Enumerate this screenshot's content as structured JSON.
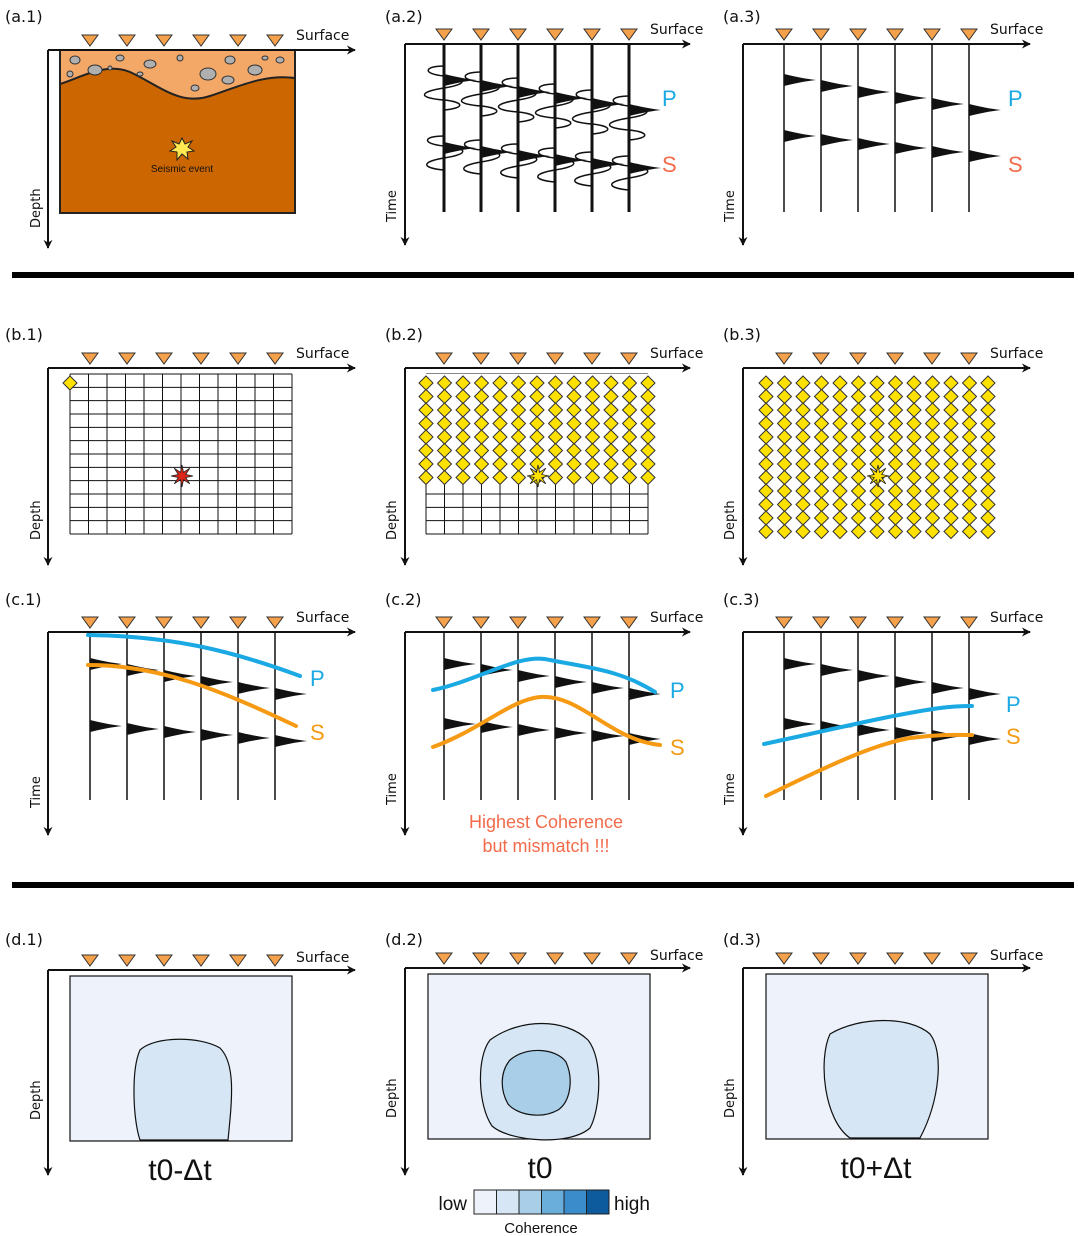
{
  "panel_labels": [
    "(a.1)",
    "(a.2)",
    "(a.3)",
    "(b.1)",
    "(b.2)",
    "(b.3)",
    "(c.1)",
    "(c.2)",
    "(c.3)",
    "(d.1)",
    "(d.2)",
    "(d.3)"
  ],
  "axes": {
    "surface": "Surface",
    "depth": "Depth",
    "time": "Time"
  },
  "waves": {
    "p": "P",
    "s": "S"
  },
  "event_label": "Seismic event",
  "note_line1": "Highest Coherence",
  "note_line2": "but mismatch !!!",
  "times": [
    "t0-Δt",
    "t0",
    "t0+Δt"
  ],
  "colorbar": {
    "low": "low",
    "high": "high",
    "title": "Coherence",
    "colors": [
      "#eef3fb",
      "#d6e6f4",
      "#a9cfe8",
      "#6aaedb",
      "#3a8ccb",
      "#0d5a9c"
    ]
  },
  "colors": {
    "receiver": "#f5a04a",
    "sediment": "#f4a868",
    "bedrock": "#cc6600",
    "p_wave": "#1aa9e3",
    "s_wave": "#f59a12",
    "accent": "#f26b4b",
    "node": "#ffe100",
    "star_red": "#e0251b"
  }
}
